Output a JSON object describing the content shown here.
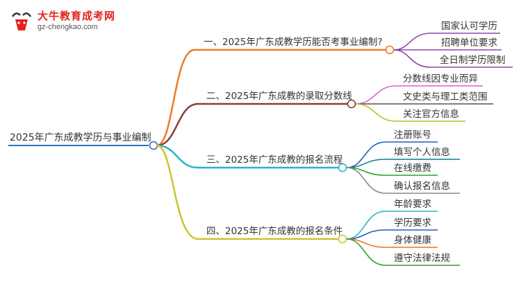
{
  "logo": {
    "title": "大牛教育成考网",
    "url": "gz-chengkao.com"
  },
  "mindmap": {
    "root": "2025年广东成教学历与事业编制",
    "branches": [
      {
        "label": "一、2025年广东成教学历能否考事业编制?",
        "color": "#f07b1e",
        "leaf_color": "#8e44ad",
        "children": [
          "国家认可学历",
          "招聘单位要求",
          "全日制学历限制"
        ]
      },
      {
        "label": "二、2025年广东成教的录取分数线",
        "color": "#8b3a3a",
        "children": [
          {
            "label": "分数线因专业而异",
            "color": "#d960c9"
          },
          {
            "label": "文史类与理工类范围",
            "color": "#555555"
          },
          {
            "label": "关注官方信息",
            "color": "#b5c21d"
          }
        ]
      },
      {
        "label": "三、2025年广东成教的报名流程",
        "color": "#26b5c8",
        "children": [
          {
            "label": "注册账号",
            "color": "#1f5fb3"
          },
          {
            "label": "填写个人信息",
            "color": "#0f7a8f"
          },
          {
            "label": "在线缴费",
            "color": "#2ca02c"
          },
          {
            "label": "确认报名信息",
            "color": "#8a8a8a"
          }
        ]
      },
      {
        "label": "四、2025年广东成教的报名条件",
        "color": "#c9c42a",
        "children": [
          {
            "label": "年龄要求",
            "color": "#26b5c8"
          },
          {
            "label": "学历要求",
            "color": "#1f5fb3"
          },
          {
            "label": "身体健康",
            "color": "#e8731a"
          },
          {
            "label": "遵守法律法规",
            "color": "#2ca02c"
          }
        ]
      }
    ]
  }
}
